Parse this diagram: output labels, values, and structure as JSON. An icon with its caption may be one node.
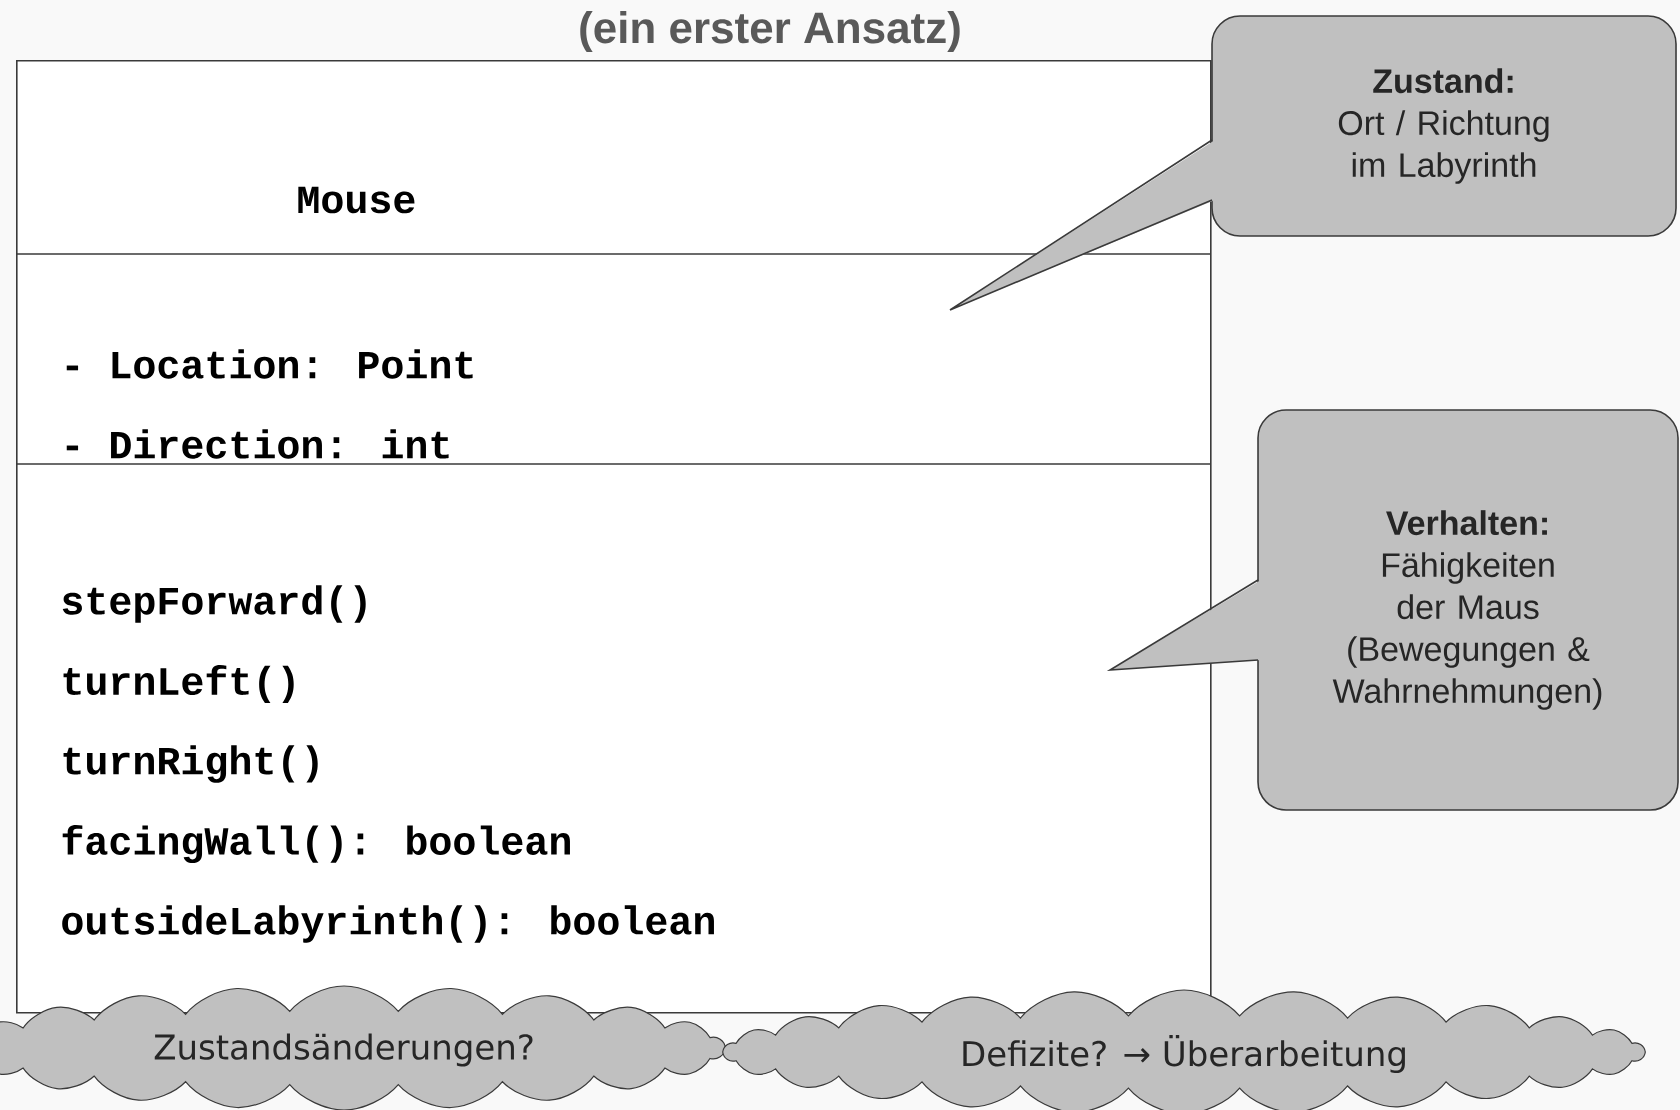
{
  "diagram": {
    "title": "(ein erster Ansatz)",
    "nodes": [
      {
        "text": [
          "Mouse"
        ]
      },
      {
        "text": [
          "- Location: Point",
          "- Direction: int"
        ],
        "in": 0
      },
      {
        "text": [
          "stepForward()",
          "turnLeft()",
          "turnRight()",
          "facingWall(): boolean",
          "outsideLabyrinth(): boolean"
        ],
        "in": 0
      },
      {
        "text": [
          "Zustand:",
          "Ort / Richtung im Labyrinth"
        ]
      },
      {
        "text": [
          "Verhalten:",
          "Fähigkeiten der Maus (Bewegungen & Wahrnehmungen)"
        ]
      },
      {
        "text": [
          "Zustandsänderungen?"
        ]
      },
      {
        "text": [
          "Defizite?  → Überarbeitung"
        ]
      }
    ],
    "edges": []
  }
}
